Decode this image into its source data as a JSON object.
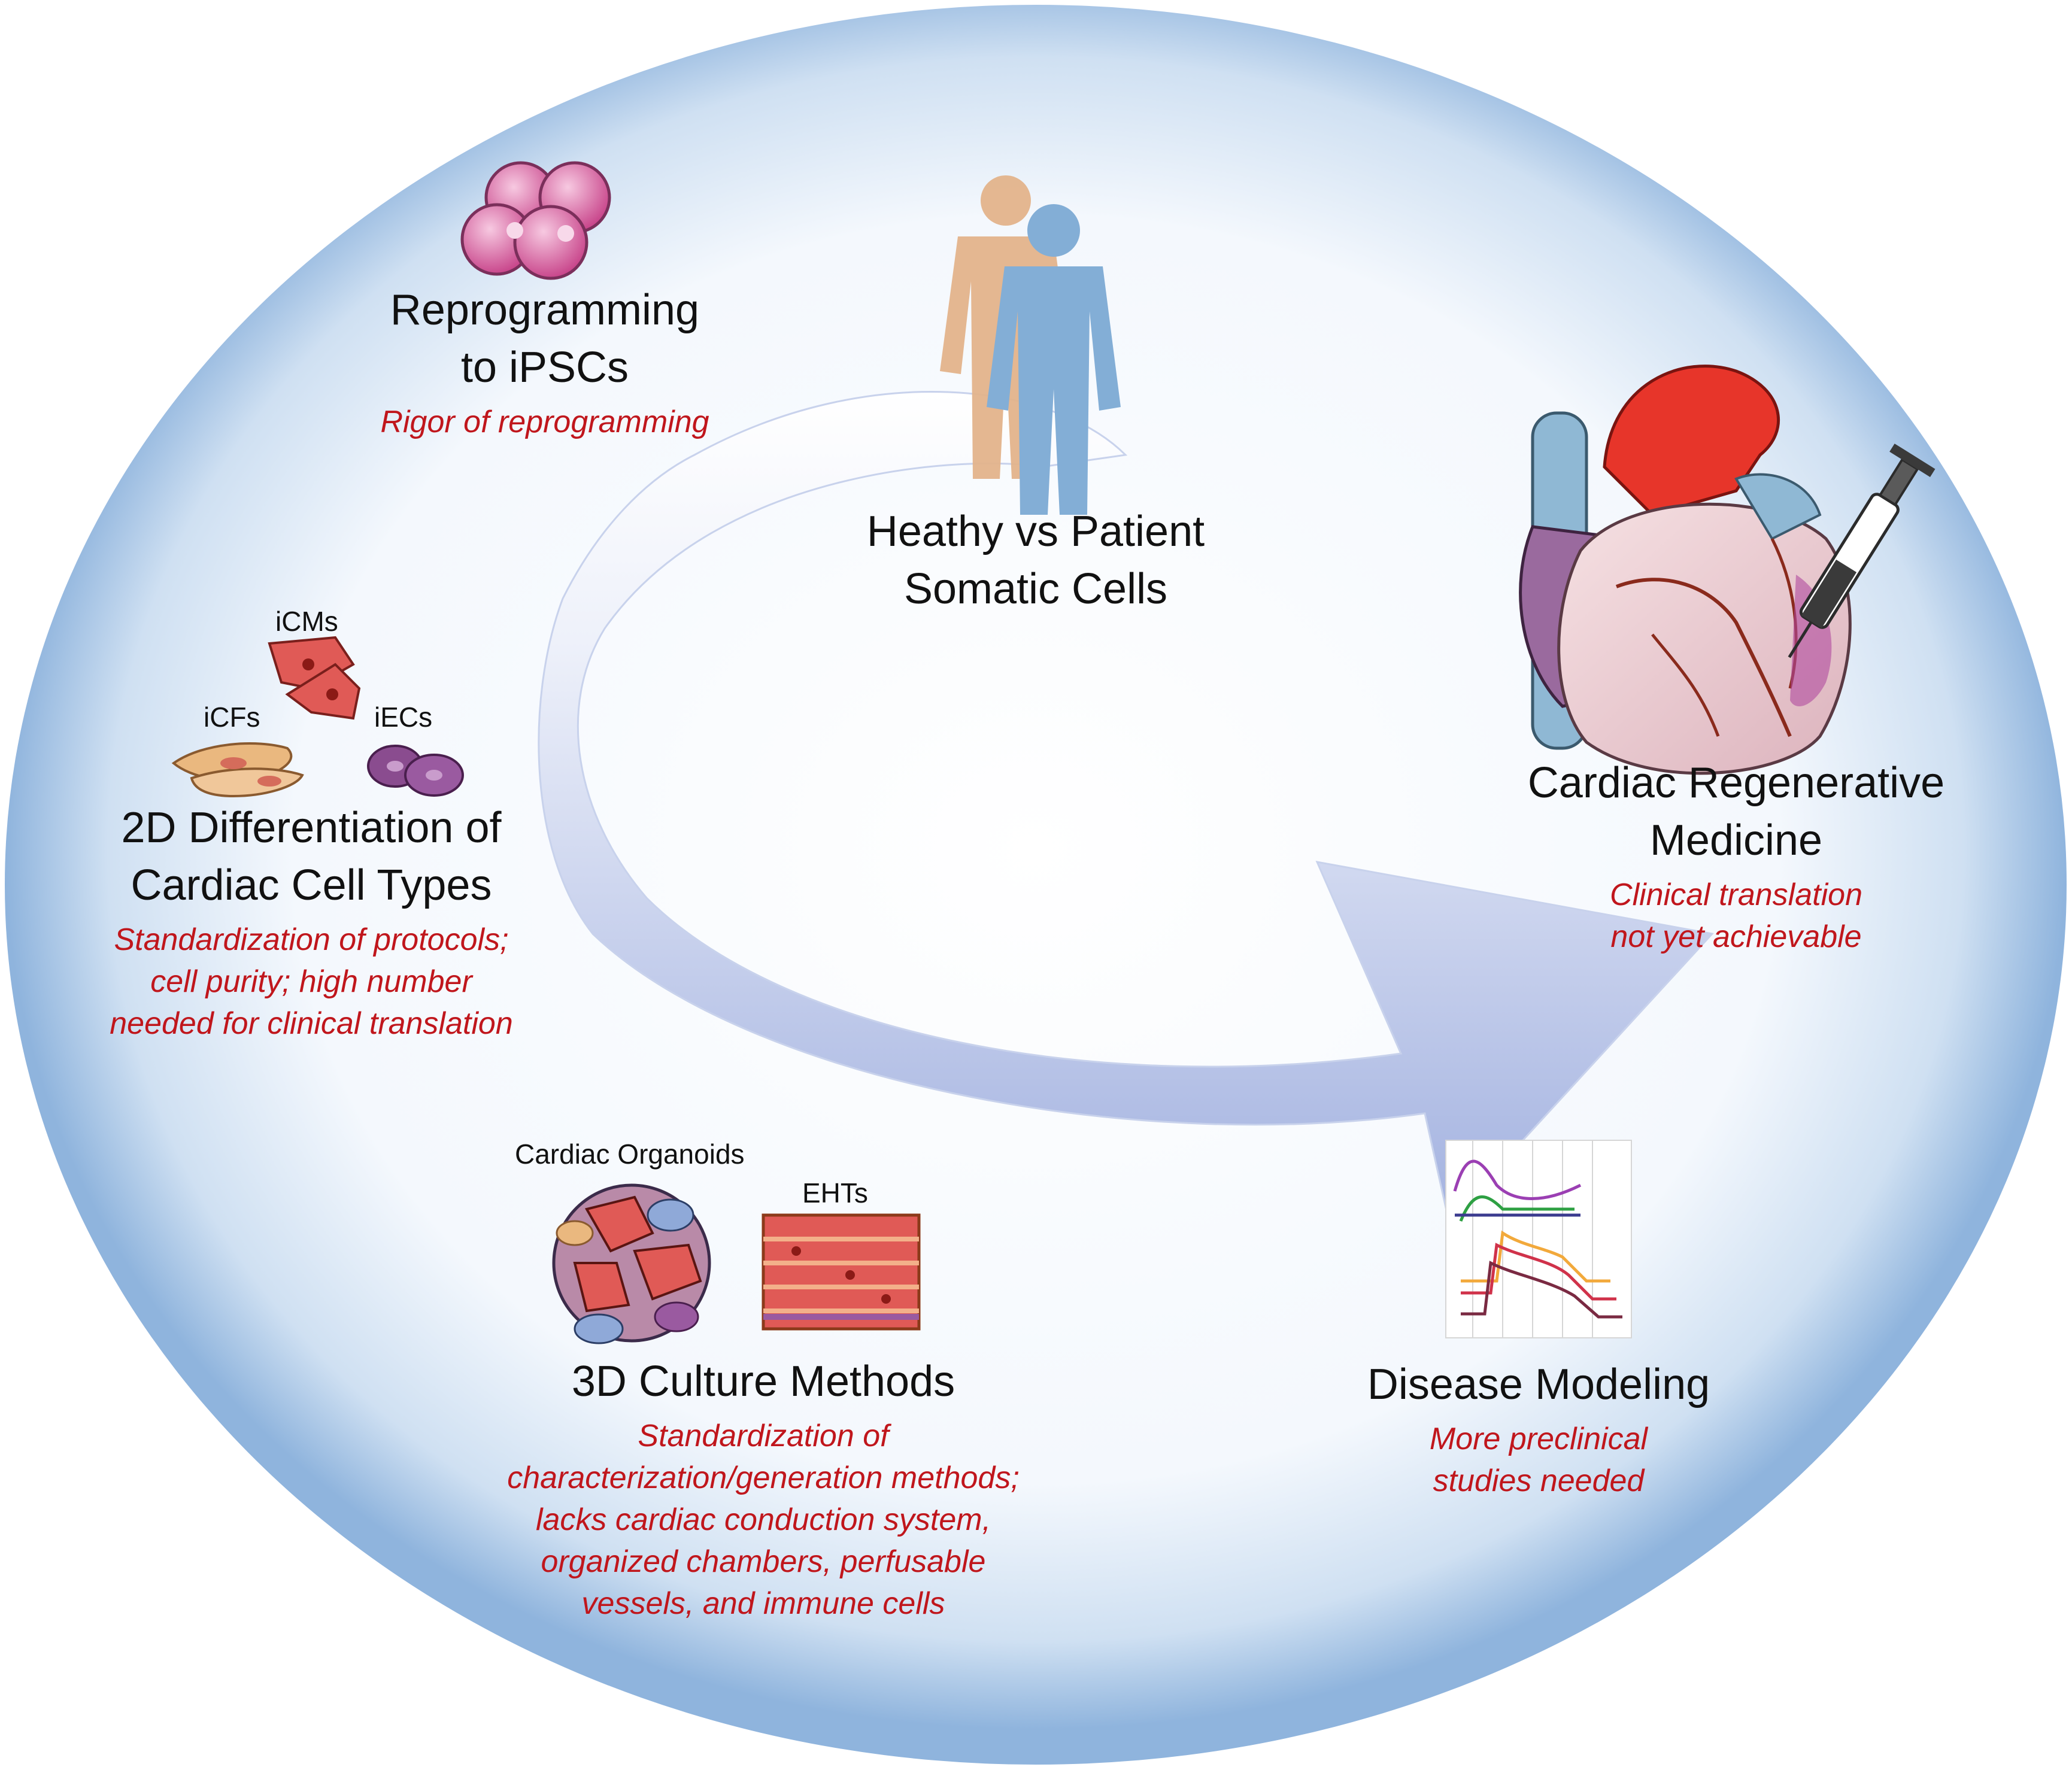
{
  "stages": {
    "somatic": {
      "title": [
        "Heathy vs Patient",
        "Somatic Cells"
      ]
    },
    "reprogramming": {
      "title": [
        "Reprogramming",
        "to iPSCs"
      ],
      "note": [
        "Rigor of reprogramming"
      ]
    },
    "differentiation": {
      "title": [
        "2D Differentiation of",
        "Cardiac Cell Types"
      ],
      "note": [
        "Standardization of protocols;",
        "cell purity; high number",
        "needed for clinical translation"
      ],
      "cell_labels": {
        "icms": "iCMs",
        "icfs": "iCFs",
        "iecs": "iECs"
      }
    },
    "culture3d": {
      "title": [
        "3D Culture Methods"
      ],
      "note": [
        "Standardization of",
        "characterization/generation methods;",
        "lacks cardiac conduction system,",
        "organized chambers, perfusable",
        "vessels, and immune cells"
      ],
      "labels": {
        "organoids": "Cardiac Organoids",
        "ehts": "EHTs"
      }
    },
    "disease": {
      "title": [
        "Disease Modeling"
      ],
      "note": [
        "More preclinical",
        "studies needed"
      ]
    },
    "regenerative": {
      "title": [
        "Cardiac Regenerative",
        "Medicine"
      ],
      "note": [
        "Clinical translation",
        "not yet achievable"
      ]
    }
  },
  "colors": {
    "note_red": "#c0161c",
    "circle_blue": "#8fb4dd",
    "arrow_blue": "#9fb0de",
    "figure_tan": "#e3b38b",
    "figure_blue": "#83aed6",
    "ipsc_pink": "#d45c9c",
    "icm_red": "#e05a56",
    "icf_orange": "#eab87f",
    "iec_purple": "#8a4c8f",
    "heart_red": "#e7352a",
    "heart_pink": "#f1d5d8"
  },
  "icons": {
    "ipsc": "ipsc-cluster-icon",
    "figures": "human-figures-icon",
    "heart": "heart-icon",
    "syringe": "syringe-icon",
    "plot": "action-potential-plot-icon"
  }
}
